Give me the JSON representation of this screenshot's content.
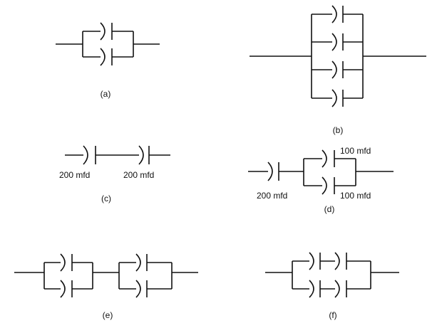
{
  "style": {
    "ink": "#111111",
    "background": "#ffffff"
  },
  "figures": {
    "a": {
      "caption": "(a)"
    },
    "b": {
      "caption": "(b)"
    },
    "c": {
      "caption": "(c)",
      "cap1_value": "200 mfd",
      "cap2_value": "200 mfd"
    },
    "d": {
      "caption": "(d)",
      "series_value": "200 mfd",
      "upper_value": "100 mfd",
      "lower_value": "100 mfd"
    },
    "e": {
      "caption": "(e)"
    },
    "f": {
      "caption": "(f)"
    }
  }
}
